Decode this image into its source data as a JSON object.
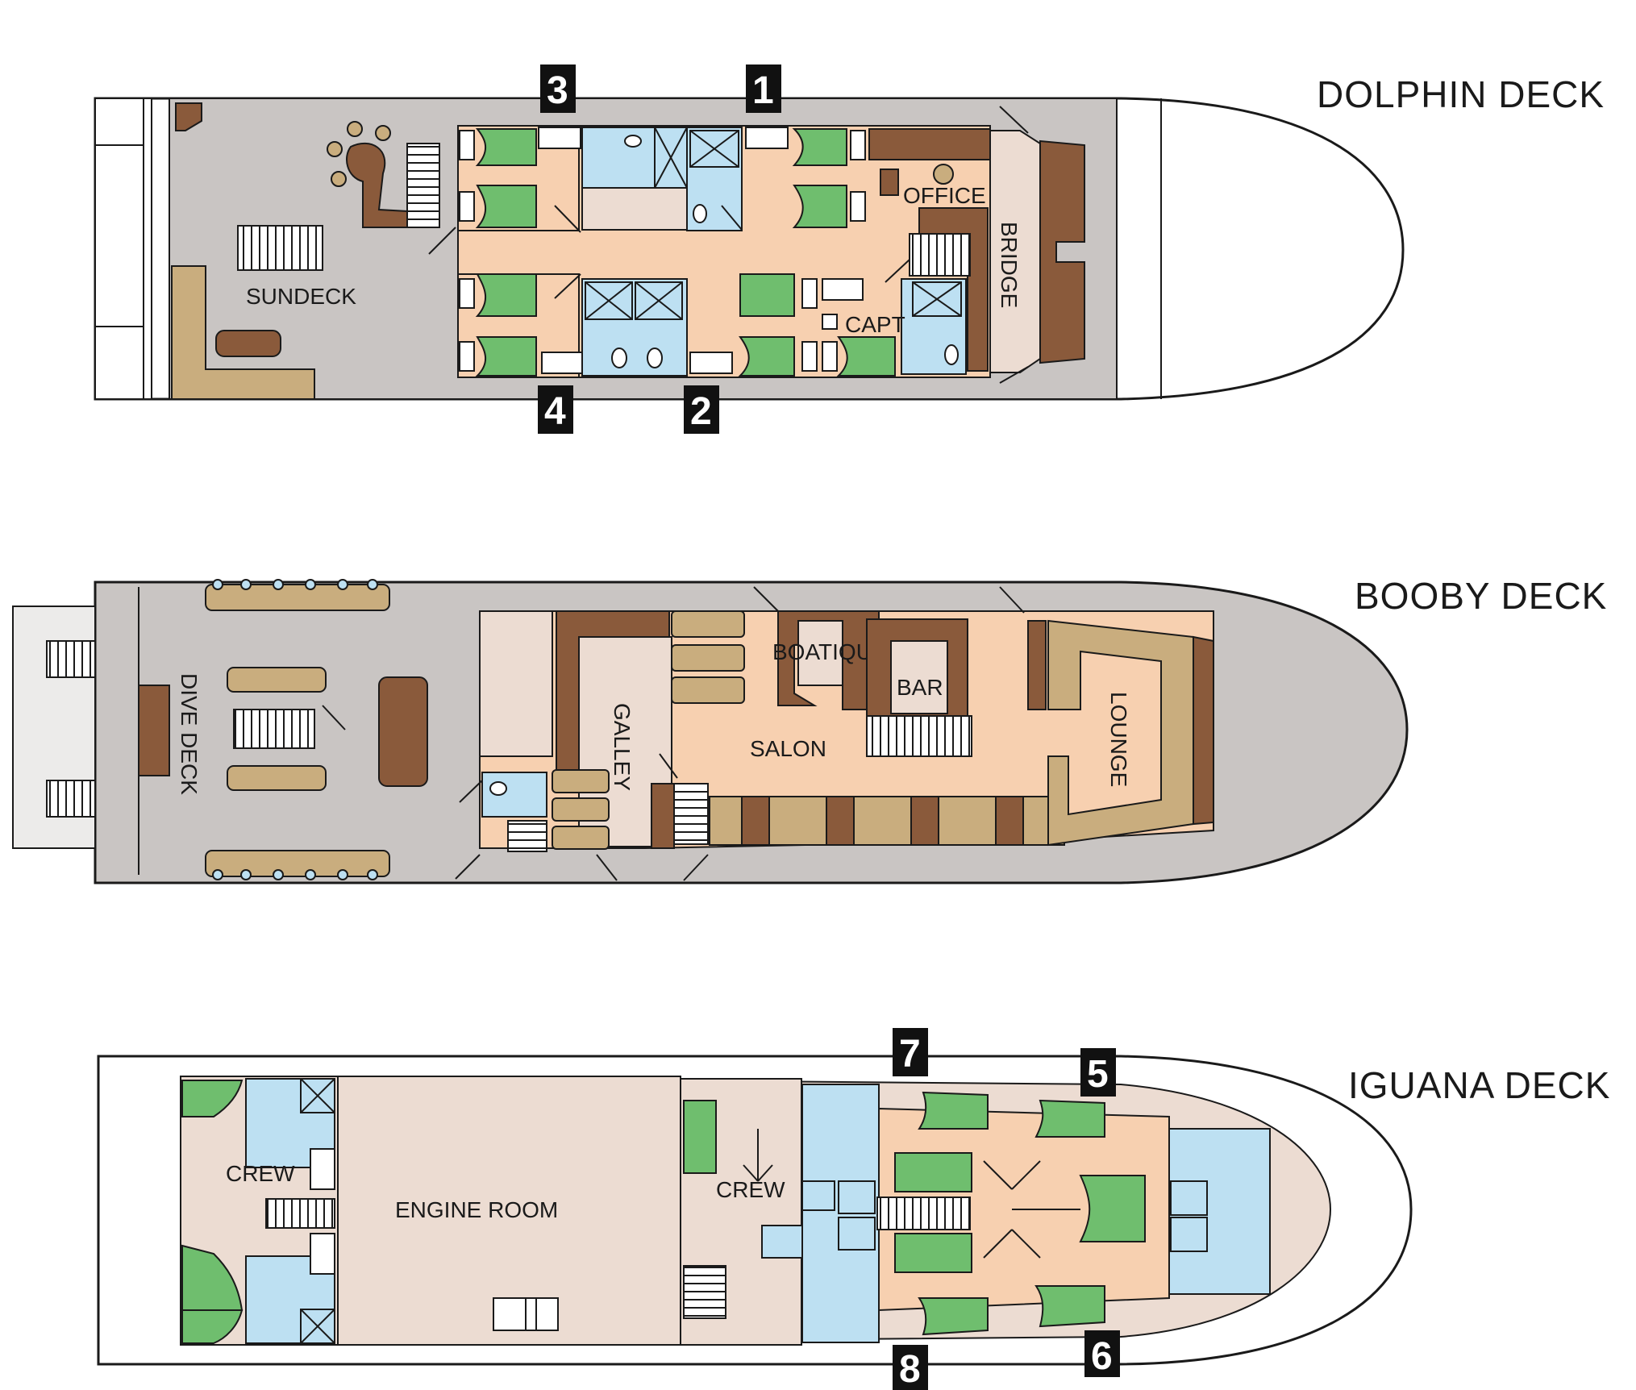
{
  "colors": {
    "deck_grey": "#c9c5c3",
    "corridor_peach": "#f7d0b0",
    "room_beige": "#ecdcd2",
    "bath_blue": "#bde0f2",
    "bed_green": "#6fbe6e",
    "furniture_brown": "#8a5a3b",
    "cushion_tan": "#c9ad7e",
    "outline": "#1a1a1a",
    "badge_black": "#111111"
  },
  "decks": {
    "dolphin": {
      "title": "DOLPHIN DECK",
      "labels": {
        "sundeck": "SUNDECK",
        "office": "OFFICE",
        "bridge": "BRIDGE",
        "capt": "CAPT"
      },
      "cabins": [
        "1",
        "2",
        "3",
        "4"
      ]
    },
    "booby": {
      "title": "BOOBY DECK",
      "labels": {
        "dive_deck": "DIVE DECK",
        "galley": "GALLEY",
        "boatique": "BOATIQUE",
        "bar": "BAR",
        "salon": "SALON",
        "lounge": "LOUNGE"
      }
    },
    "iguana": {
      "title": "IGUANA DECK",
      "labels": {
        "crew_aft": "CREW",
        "engine_room": "ENGINE ROOM",
        "crew_mid": "CREW"
      },
      "cabins": [
        "5",
        "6",
        "7",
        "8"
      ]
    }
  },
  "icons": [
    "bed-icon",
    "toilet-icon",
    "sink-icon",
    "shower-icon",
    "closet-icon",
    "stairs-icon",
    "door-icon",
    "jacuzzi-icon"
  ]
}
